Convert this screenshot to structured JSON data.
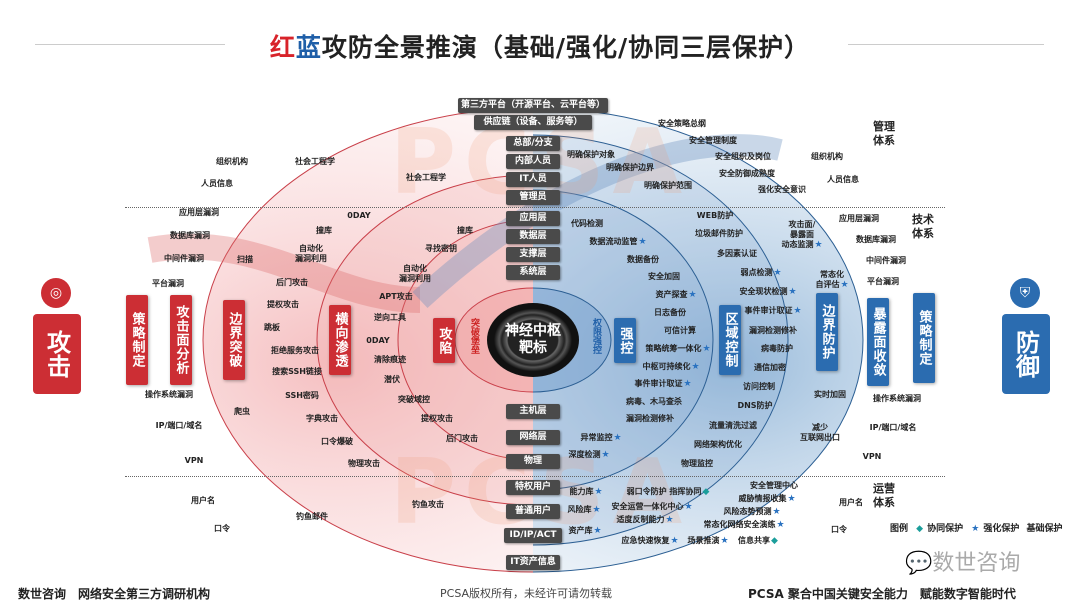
{
  "title": {
    "red": "红",
    "blue": "蓝",
    "rest": "攻防全景推演（基础/强化/协同三层保护）"
  },
  "watermark_bg": "PCSA",
  "colors": {
    "attack": "#cc2e34",
    "defense": "#2b6cb0",
    "box": "#4a4a4a",
    "star": "#2a72c0",
    "diamond": "#1b9e9b"
  },
  "attack": {
    "label": "攻击",
    "icon": "target-icon",
    "boxes": [
      "策略制定",
      "攻击面分析",
      "边界突破",
      "横向渗透",
      "攻陷"
    ],
    "labels": [
      "组织机构",
      "人员信息",
      "社会工程学",
      "社会工程学",
      "应用层漏洞",
      "数据库漏洞",
      "中间件漏洞",
      "扫描",
      "平台漏洞",
      "0DAY",
      "撞库",
      "自动化\n漏洞利用",
      "后门攻击",
      "撞库",
      "寻找密钥",
      "自动化\n漏洞利用",
      "APT攻击",
      "逆向工具",
      "0DAY",
      "清除痕迹",
      "潜伏",
      "突破域控",
      "提权攻击",
      "后门攻击",
      "提权攻击",
      "跳板",
      "拒绝服务攻击",
      "搜索SSH链接",
      "SSH密码",
      "字典攻击",
      "口令爆破",
      "物理攻击",
      "操作系统漏洞",
      "爬虫",
      "IP/端口/域名",
      "VPN",
      "用户名",
      "口令",
      "钓鱼邮件",
      "钓鱼攻击"
    ]
  },
  "defense": {
    "label": "防御",
    "icon": "shield-icon",
    "boxes": [
      "强控",
      "区域控制",
      "边界防护",
      "暴露面收敛",
      "策略制定"
    ],
    "labels": [
      {
        "t": "安全策略总纲"
      },
      {
        "t": "安全管理制度"
      },
      {
        "t": "明确保护对象"
      },
      {
        "t": "安全组织及岗位"
      },
      {
        "t": "明确保护边界"
      },
      {
        "t": "安全防御成熟度"
      },
      {
        "t": "明确保护范围"
      },
      {
        "t": "强化安全意识"
      },
      {
        "t": "组织机构"
      },
      {
        "t": "人员信息"
      },
      {
        "t": "代码检测"
      },
      {
        "t": "数据流动监管",
        "m": "star"
      },
      {
        "t": "数据备份"
      },
      {
        "t": "安全加固"
      },
      {
        "t": "资产探查",
        "m": "star"
      },
      {
        "t": "日志备份"
      },
      {
        "t": "可信计算"
      },
      {
        "t": "策略统筹一体化",
        "m": "star"
      },
      {
        "t": "中枢可持续化",
        "m": "star"
      },
      {
        "t": "事件审计取证",
        "m": "star"
      },
      {
        "t": "病毒、木马查杀"
      },
      {
        "t": "漏洞检测修补"
      },
      {
        "t": "异常监控",
        "m": "star"
      },
      {
        "t": "深度检测",
        "m": "star"
      },
      {
        "t": "WEB防护"
      },
      {
        "t": "垃圾邮件防护"
      },
      {
        "t": "多因素认证"
      },
      {
        "t": "弱点检测",
        "m": "star"
      },
      {
        "t": "安全现状检测",
        "m": "star"
      },
      {
        "t": "事件审计取证",
        "m": "star"
      },
      {
        "t": "漏洞检测修补"
      },
      {
        "t": "病毒防护"
      },
      {
        "t": "通信加密"
      },
      {
        "t": "访问控制"
      },
      {
        "t": "DNS防护"
      },
      {
        "t": "流量清洗过滤"
      },
      {
        "t": "网络架构优化"
      },
      {
        "t": "物理监控"
      },
      {
        "t": "攻击面/\n暴露面\n动态监测",
        "m": "star"
      },
      {
        "t": "常态化\n自评估",
        "m": "star"
      },
      {
        "t": "实时加固"
      },
      {
        "t": "减少\n互联网出口"
      },
      {
        "t": "应用层漏洞"
      },
      {
        "t": "数据库漏洞"
      },
      {
        "t": "中间件漏洞"
      },
      {
        "t": "平台漏洞"
      },
      {
        "t": "操作系统漏洞"
      },
      {
        "t": "IP/端口/域名"
      },
      {
        "t": "VPN"
      },
      {
        "t": "能力库",
        "m": "star"
      },
      {
        "t": "风险库",
        "m": "star"
      },
      {
        "t": "资产库",
        "m": "star"
      },
      {
        "t": "弱口令防护 指挥协同",
        "m": "diamond"
      },
      {
        "t": "安全运营一体化中心",
        "m": "star"
      },
      {
        "t": "适度反制能力",
        "m": "star"
      },
      {
        "t": "应急快速恢复",
        "m": "star"
      },
      {
        "t": "场景推演",
        "m": "star"
      },
      {
        "t": "信息共享",
        "m": "diamond"
      },
      {
        "t": "安全管理中心"
      },
      {
        "t": "威胁情报收集",
        "m": "star"
      },
      {
        "t": "风险态势预测",
        "m": "star"
      },
      {
        "t": "常态化网络安全演练",
        "m": "star"
      },
      {
        "t": "用户名"
      },
      {
        "t": "口令"
      }
    ]
  },
  "systems": [
    "管理\n体系",
    "技术\n体系",
    "运营\n体系"
  ],
  "stack": [
    "第三方平台（开源平台、云平台等）",
    "供应链（设备、服务等）",
    "总部/分支",
    "内部人员",
    "IT人员",
    "管理员",
    "应用层",
    "数据层",
    "支撑层",
    "系统层",
    "主机层",
    "网络层",
    "物理",
    "特权用户",
    "普通用户",
    "ID/IP/ACT",
    "IT资产信息"
  ],
  "core": {
    "label": "神经中枢\n靶标",
    "left_ring": "突破堡垒",
    "right_ring": "权限强控"
  },
  "legend": {
    "title": "图例",
    "items": [
      {
        "icon": "diamond",
        "label": "协同保护"
      },
      {
        "icon": "star",
        "label": "强化保护"
      },
      {
        "icon": "none",
        "label": "基础保护"
      }
    ]
  },
  "brand_watermark": "数世咨询",
  "footer": {
    "left": "数世咨询　网络安全第三方调研机构",
    "center": "PCSA版权所有，未经许可请勿转载",
    "right": "PCSA 聚合中国关键安全能力　赋能数字智能时代"
  }
}
